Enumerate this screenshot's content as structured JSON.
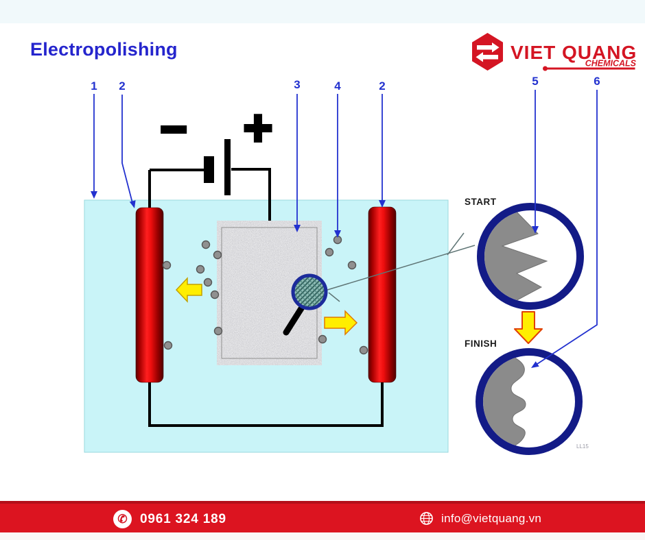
{
  "title": "Electropolishing",
  "logo": {
    "brand": "VIET QUANG",
    "subtitle": "CHEMICALS"
  },
  "callouts": [
    {
      "label": "1"
    },
    {
      "label": "2"
    },
    {
      "label": "3"
    },
    {
      "label": "4"
    },
    {
      "label": "2"
    },
    {
      "label": "5"
    },
    {
      "label": "6"
    }
  ],
  "battery": {
    "minus": "−",
    "plus": "+"
  },
  "inset": {
    "start": "START",
    "finish": "FINISH",
    "watermark": "LL15"
  },
  "footer": {
    "phone": "0961 324 189",
    "email": "info@vietquang.vn"
  },
  "icons": {
    "phone": "✆"
  },
  "colors": {
    "accent_blue": "#2231cf",
    "brand_red": "#d41523",
    "footer_red": "#dc1420",
    "tank_cyan": "#c9f4f8",
    "ring_navy": "#131b87",
    "arrow_yellow": "#ffee00",
    "metal_gray": "#8b8b8b"
  }
}
